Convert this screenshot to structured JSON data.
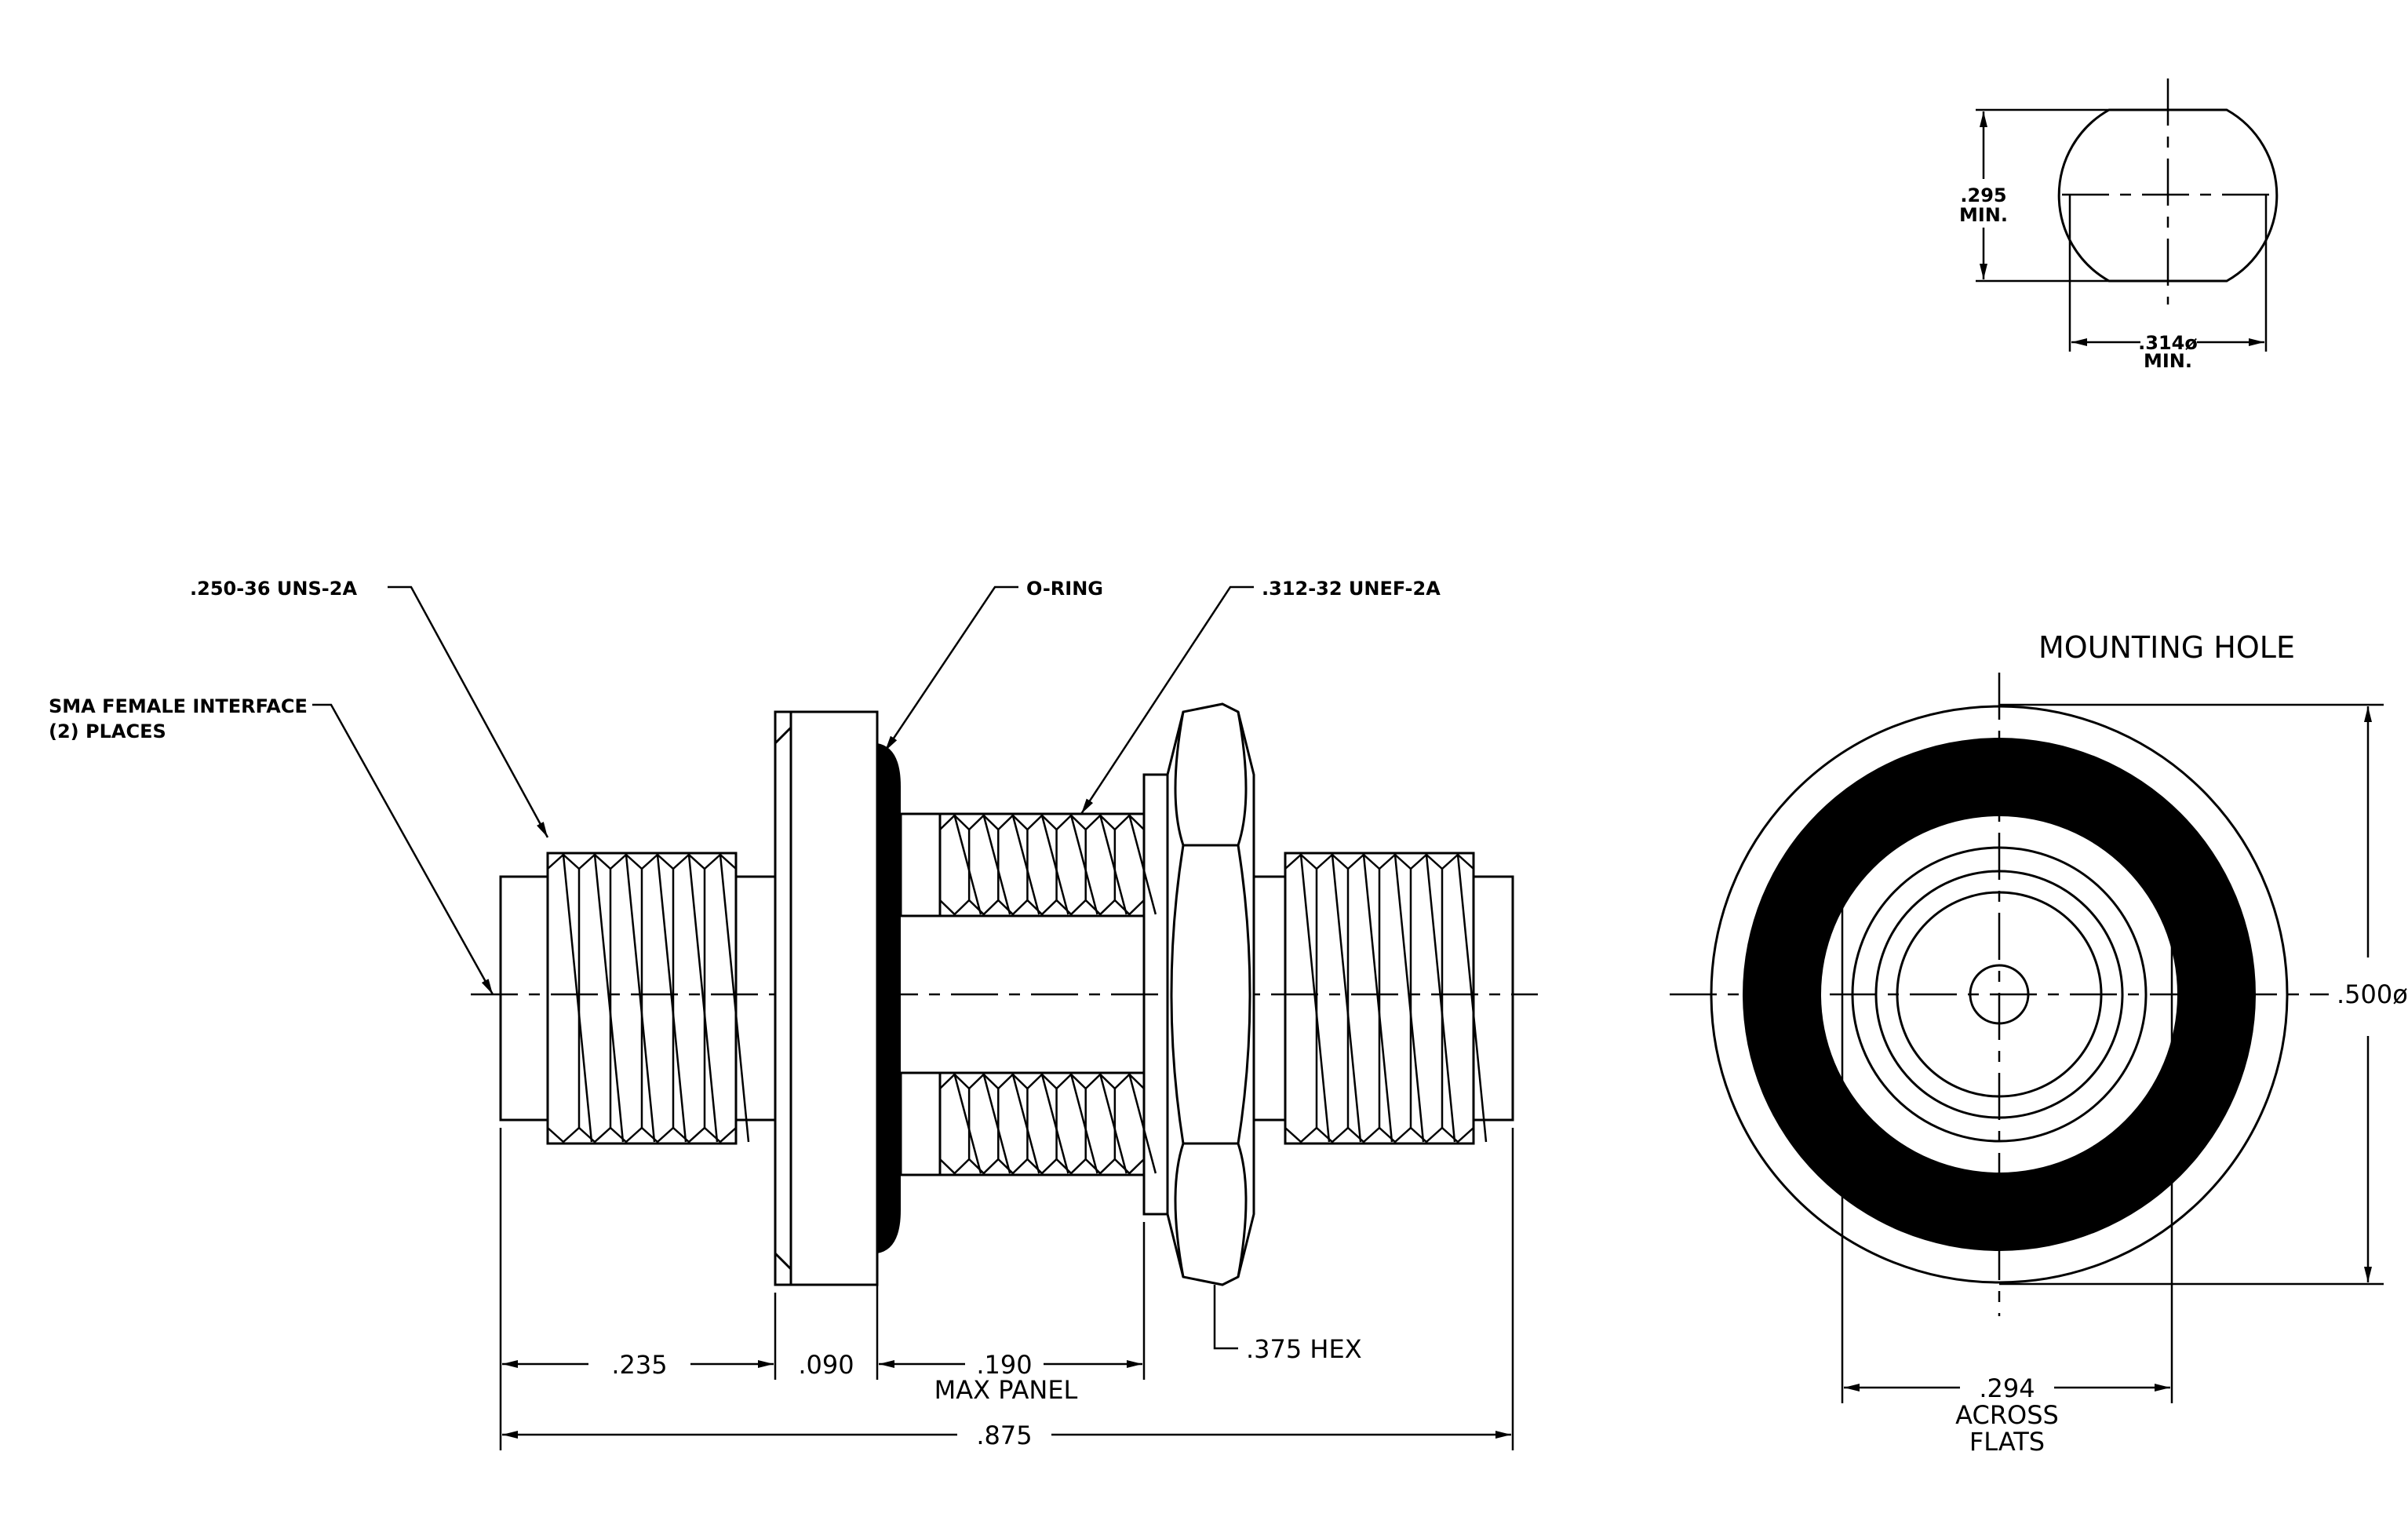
{
  "callouts": {
    "sma_interface": [
      "SMA FEMALE INTERFACE",
      "(2)  PLACES"
    ],
    "thread_250": ".250-36 UNS-2A",
    "oring": "O-RING",
    "thread_312": ".312-32 UNEF-2A",
    "hex": ".375 HEX"
  },
  "dimensions": {
    "d235": ".235",
    "d090": ".090",
    "d190": ".190",
    "max_panel": "MAX PANEL",
    "d875": ".875",
    "d500": ".500ø",
    "d294": ".294",
    "across": "ACROSS",
    "flats": "FLATS"
  },
  "mounting_hole": {
    "title": "MOUNTING HOLE",
    "height_value": ".295",
    "height_note": "MIN.",
    "diameter_value": ".314ø",
    "diameter_note": "MIN."
  }
}
